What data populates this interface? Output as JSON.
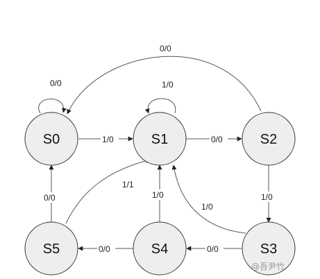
{
  "states": [
    {
      "id": "S0",
      "label": "S0"
    },
    {
      "id": "S1",
      "label": "S1"
    },
    {
      "id": "S2",
      "label": "S2"
    },
    {
      "id": "S3",
      "label": "S3"
    },
    {
      "id": "S4",
      "label": "S4"
    },
    {
      "id": "S5",
      "label": "S5"
    }
  ],
  "transitions": [
    {
      "from": "S0",
      "to": "S0",
      "label": "0/0"
    },
    {
      "from": "S1",
      "to": "S1",
      "label": "1/0"
    },
    {
      "from": "S2",
      "to": "S0",
      "label": "0/0"
    },
    {
      "from": "S0",
      "to": "S1",
      "label": "1/0"
    },
    {
      "from": "S1",
      "to": "S2",
      "label": "0/0"
    },
    {
      "from": "S2",
      "to": "S3",
      "label": "1/0"
    },
    {
      "from": "S3",
      "to": "S1",
      "label": "1/0"
    },
    {
      "from": "S3",
      "to": "S4",
      "label": "0/0"
    },
    {
      "from": "S4",
      "to": "S1",
      "label": "1/0"
    },
    {
      "from": "S4",
      "to": "S5",
      "label": "0/0"
    },
    {
      "from": "S5",
      "to": "S0",
      "label": "0/0"
    },
    {
      "from": "S5",
      "to": "S1",
      "label": "1/1"
    }
  ],
  "watermark": "@吾尹竹"
}
